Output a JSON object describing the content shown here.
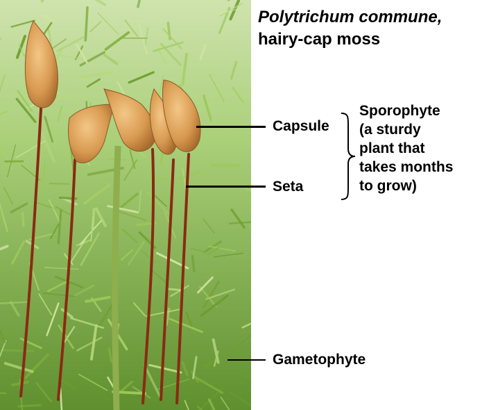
{
  "title": {
    "species": "Polytrichum commune,",
    "common_name": "hairy-cap moss"
  },
  "labels": {
    "capsule": "Capsule",
    "seta": "Seta",
    "gametophyte": "Gametophyte"
  },
  "sporophyte": {
    "lines": [
      "Sporophyte",
      "(a sturdy",
      "plant that",
      "takes months",
      "to grow)"
    ]
  },
  "colors": {
    "moss_green": "#8dbf45",
    "capsule_tan": "#d9a15a",
    "seta_red": "#8a2a14"
  }
}
